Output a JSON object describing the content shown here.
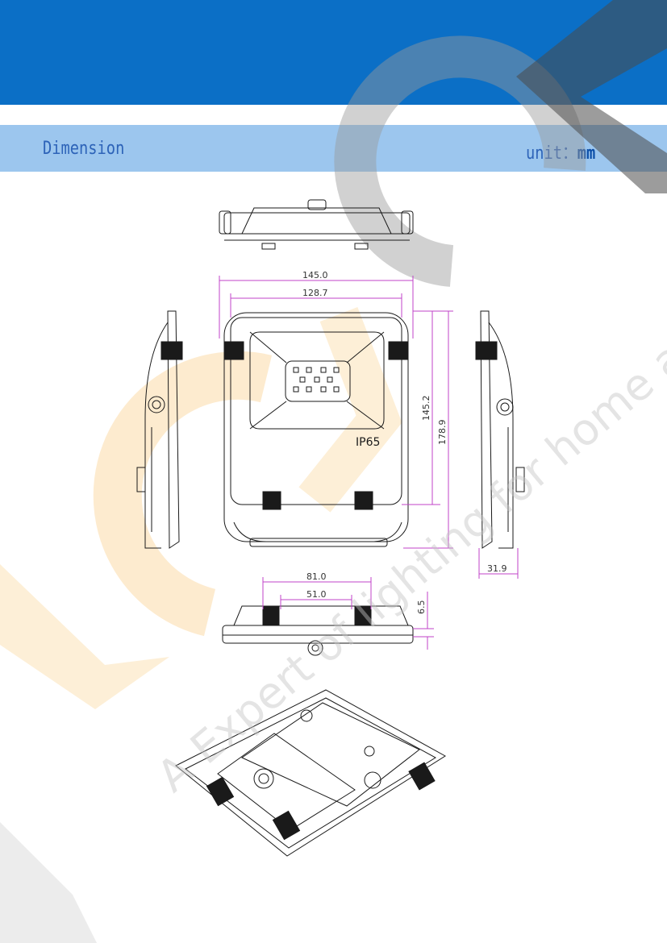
{
  "header": {
    "title": "Dimension",
    "unit_label": "unit：",
    "unit_value": "mm"
  },
  "dimensions": {
    "overall_width": "145.0",
    "inner_width": "128.7",
    "inner_height": "145.2",
    "overall_height": "178.9",
    "depth": "31.9",
    "bracket_outer": "81.0",
    "bracket_inner": "51.0",
    "bracket_height": "6.5"
  },
  "label": {
    "ip_rating": "IP65"
  },
  "watermark": {
    "text": "A Expert of lighting for home and industry"
  },
  "colors": {
    "banner": "#0b6fc6",
    "title_bar": "#9cc6ee",
    "title_text": "#2d63b8",
    "dimension_lines": "#c043c8",
    "drawing_lines": "#1a1a1a",
    "logo_grey": "#606060",
    "logo_orange": "#f5a623"
  }
}
